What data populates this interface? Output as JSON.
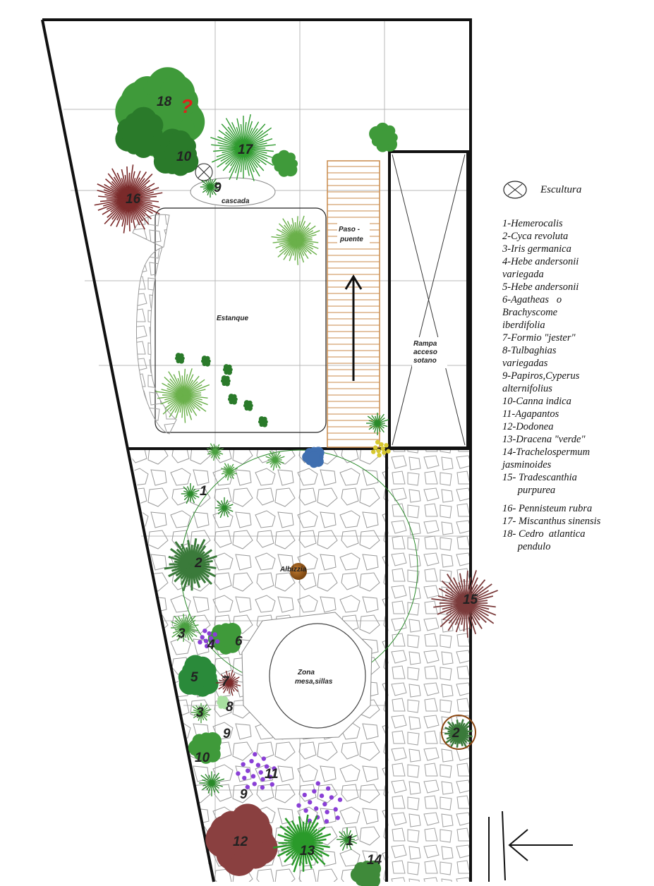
{
  "labels": {
    "cascada": "cascada",
    "estanque": "Estanque",
    "paso_puente": [
      "Paso -",
      "puente"
    ],
    "rampa": [
      "Rampa",
      "acceso",
      "sotano"
    ],
    "albizzia": "Albizzia",
    "zona_mesa": [
      "Zona",
      "mesa,sillas"
    ]
  },
  "question_mark": "?",
  "plant_numbers": [
    "18",
    "10",
    "17",
    "16",
    "9",
    "1",
    "2",
    "3",
    "4",
    "6",
    "5",
    "7",
    "8",
    "3",
    "9",
    "10",
    "11",
    "9",
    "12",
    "13",
    "1",
    "14",
    "15",
    "2"
  ],
  "legend": {
    "symbol_label": "Escultura",
    "items": [
      "1-Hemerocalis",
      "2-Cyca revoluta",
      "3-Iris germanica",
      "4-Hebe andersonii\nvariegada",
      "5-Hebe andersonii",
      "6-Agatheas   o\nBrachyscome\niberdifolia",
      "7-Formio \"jester\"",
      "8-Tulbaghias\nvariegadas",
      "9-Papiros,Cyperus\nalternifolius",
      "10-Canna indica",
      "11-Agapantos",
      "12-Dodonea",
      "13-Dracena \"verde\"",
      "14-Trachelospermum\njasminoides",
      "15- Tradescanthia\n      purpurea",
      "16- Pennisteum rubra",
      "17- Miscanthus sinensis",
      "18- Cedro  atlantica\n      pendulo"
    ]
  },
  "colors": {
    "plant_green": "#3f9a3a",
    "dark_green": "#2a7a2a",
    "purple": "#8a3fd6",
    "red_brown": "#7a2a2a",
    "wood": "#c98a4a",
    "question": "#e0201a"
  }
}
